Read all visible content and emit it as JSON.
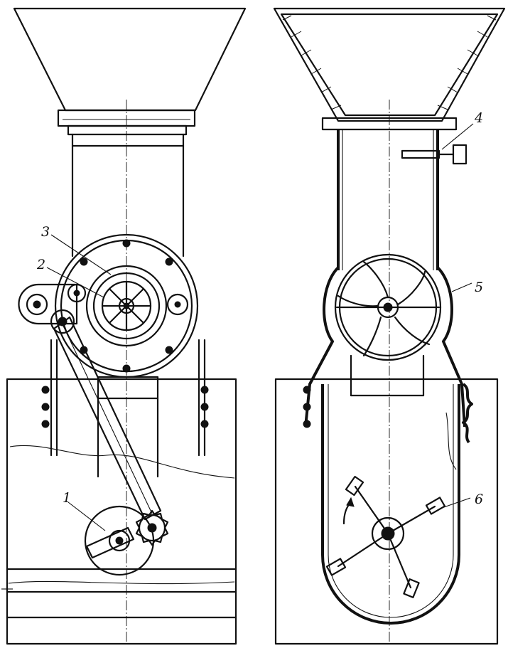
{
  "callouts": [
    {
      "id": "1",
      "text": "1"
    },
    {
      "id": "2",
      "text": "2"
    },
    {
      "id": "3",
      "text": "3"
    },
    {
      "id": "4",
      "text": "4"
    },
    {
      "id": "5",
      "text": "5"
    },
    {
      "id": "6",
      "text": "6"
    }
  ],
  "views": [
    "front-view",
    "section-view"
  ]
}
